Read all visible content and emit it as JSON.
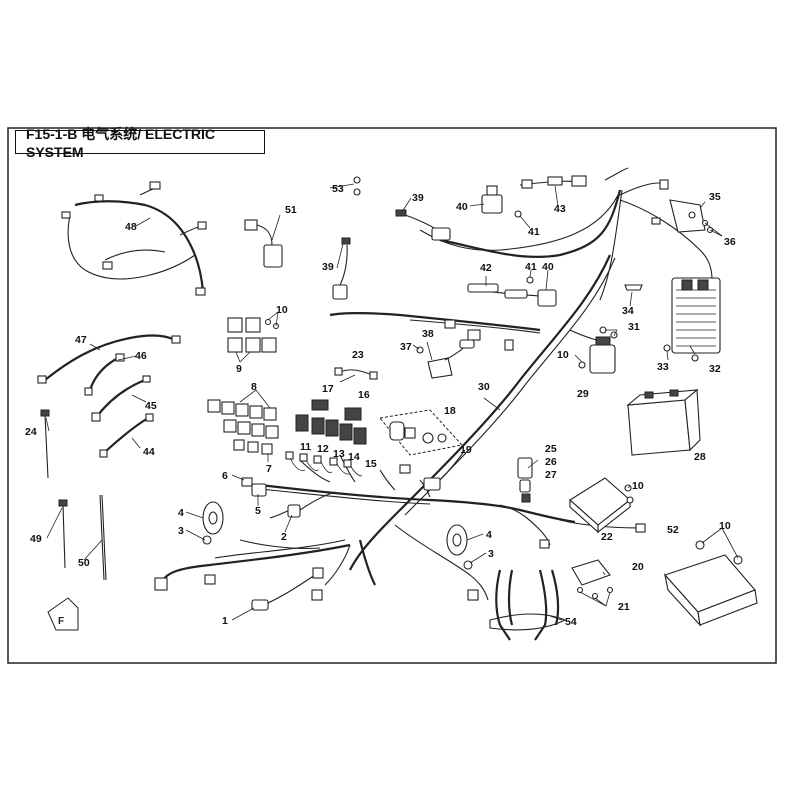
{
  "diagram": {
    "title": "F15-1-B 电气系统/ ELECTRIC SYSTEM",
    "callouts": [
      {
        "id": "c1",
        "text": "1"
      },
      {
        "id": "c2",
        "text": "2"
      },
      {
        "id": "c3a",
        "text": "3"
      },
      {
        "id": "c3b",
        "text": "3"
      },
      {
        "id": "c4a",
        "text": "4"
      },
      {
        "id": "c4b",
        "text": "4"
      },
      {
        "id": "c5",
        "text": "5"
      },
      {
        "id": "c6",
        "text": "6"
      },
      {
        "id": "c7",
        "text": "7"
      },
      {
        "id": "c8",
        "text": "8"
      },
      {
        "id": "c9",
        "text": "9"
      },
      {
        "id": "c10a",
        "text": "10"
      },
      {
        "id": "c10b",
        "text": "10"
      },
      {
        "id": "c10c",
        "text": "10"
      },
      {
        "id": "c10d",
        "text": "10"
      },
      {
        "id": "c11",
        "text": "11"
      },
      {
        "id": "c12",
        "text": "12"
      },
      {
        "id": "c13",
        "text": "13"
      },
      {
        "id": "c14",
        "text": "14"
      },
      {
        "id": "c15",
        "text": "15"
      },
      {
        "id": "c16",
        "text": "16"
      },
      {
        "id": "c17",
        "text": "17"
      },
      {
        "id": "c18",
        "text": "18"
      },
      {
        "id": "c19",
        "text": "19"
      },
      {
        "id": "c20",
        "text": "20"
      },
      {
        "id": "c21",
        "text": "21"
      },
      {
        "id": "c22",
        "text": "22"
      },
      {
        "id": "c23",
        "text": "23"
      },
      {
        "id": "c24",
        "text": "24"
      },
      {
        "id": "c25",
        "text": "25"
      },
      {
        "id": "c26",
        "text": "26"
      },
      {
        "id": "c27",
        "text": "27"
      },
      {
        "id": "c28",
        "text": "28"
      },
      {
        "id": "c29",
        "text": "29"
      },
      {
        "id": "c30",
        "text": "30"
      },
      {
        "id": "c31",
        "text": "31"
      },
      {
        "id": "c32",
        "text": "32"
      },
      {
        "id": "c33",
        "text": "33"
      },
      {
        "id": "c34",
        "text": "34"
      },
      {
        "id": "c35",
        "text": "35"
      },
      {
        "id": "c36",
        "text": "36"
      },
      {
        "id": "c37",
        "text": "37"
      },
      {
        "id": "c38",
        "text": "38"
      },
      {
        "id": "c39a",
        "text": "39"
      },
      {
        "id": "c39b",
        "text": "39"
      },
      {
        "id": "c40a",
        "text": "40"
      },
      {
        "id": "c40b",
        "text": "40"
      },
      {
        "id": "c41a",
        "text": "41"
      },
      {
        "id": "c41b",
        "text": "41"
      },
      {
        "id": "c42",
        "text": "42"
      },
      {
        "id": "c43",
        "text": "43"
      },
      {
        "id": "c44",
        "text": "44"
      },
      {
        "id": "c45",
        "text": "45"
      },
      {
        "id": "c46",
        "text": "46"
      },
      {
        "id": "c47",
        "text": "47"
      },
      {
        "id": "c48",
        "text": "48"
      },
      {
        "id": "c49",
        "text": "49"
      },
      {
        "id": "c50",
        "text": "50"
      },
      {
        "id": "c51",
        "text": "51"
      },
      {
        "id": "c52",
        "text": "52"
      },
      {
        "id": "c53",
        "text": "53"
      },
      {
        "id": "c54",
        "text": "54"
      }
    ],
    "colors": {
      "line": "#222222",
      "background": "#ffffff",
      "fill_dark": "#444444"
    },
    "icons": [
      "wiring-harness",
      "horn-icon",
      "battery-icon",
      "relay-icon",
      "ecu-icon",
      "regulator-icon",
      "sensor-icon",
      "front-direction-icon"
    ]
  }
}
